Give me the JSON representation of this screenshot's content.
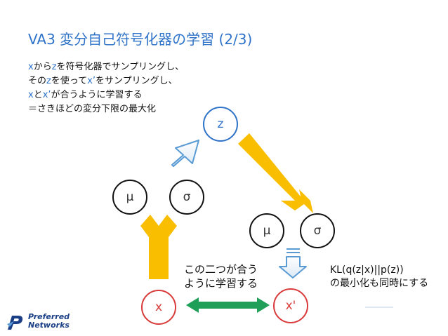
{
  "title": "VA3 変分自己符号化器の学習 (2/3)",
  "description": {
    "line1": {
      "p1": "x",
      "p2": "から",
      "p3": "z",
      "p4": "を符号化器でサンプリングし、"
    },
    "line2": {
      "p1": "その",
      "p2": "z",
      "p3": "を使って",
      "p4": "x’",
      "p5": "をサンプリングし、"
    },
    "line3": {
      "p1": "x",
      "p2": "と",
      "p3": "x’",
      "p4": "が合うように学習する"
    },
    "line4": "＝さきほどの変分下限の最大化"
  },
  "nodes": {
    "z": "z",
    "mu_encoder": "μ",
    "sigma_encoder": "σ",
    "mu_decoder": "μ",
    "sigma_decoder": "σ",
    "x": "x",
    "x_prime": "x'"
  },
  "annotation_match": {
    "line1": "この二つが合う",
    "line2": "ように学習する"
  },
  "annotation_kl": {
    "line1": "KL(q(z|x)||p(z))",
    "line2": "の最小化も同時にする"
  },
  "logo": {
    "line1": "Preferred",
    "line2": "Networks"
  },
  "colors": {
    "title": "#2f73c9",
    "highlight": "#2f73c9",
    "arrow_yellow": "#f9be00",
    "arrow_green": "#1f9f57",
    "arrow_outline": "#5a9bd4",
    "node_red": "#d93a3a",
    "logo": "#1a3f86"
  }
}
